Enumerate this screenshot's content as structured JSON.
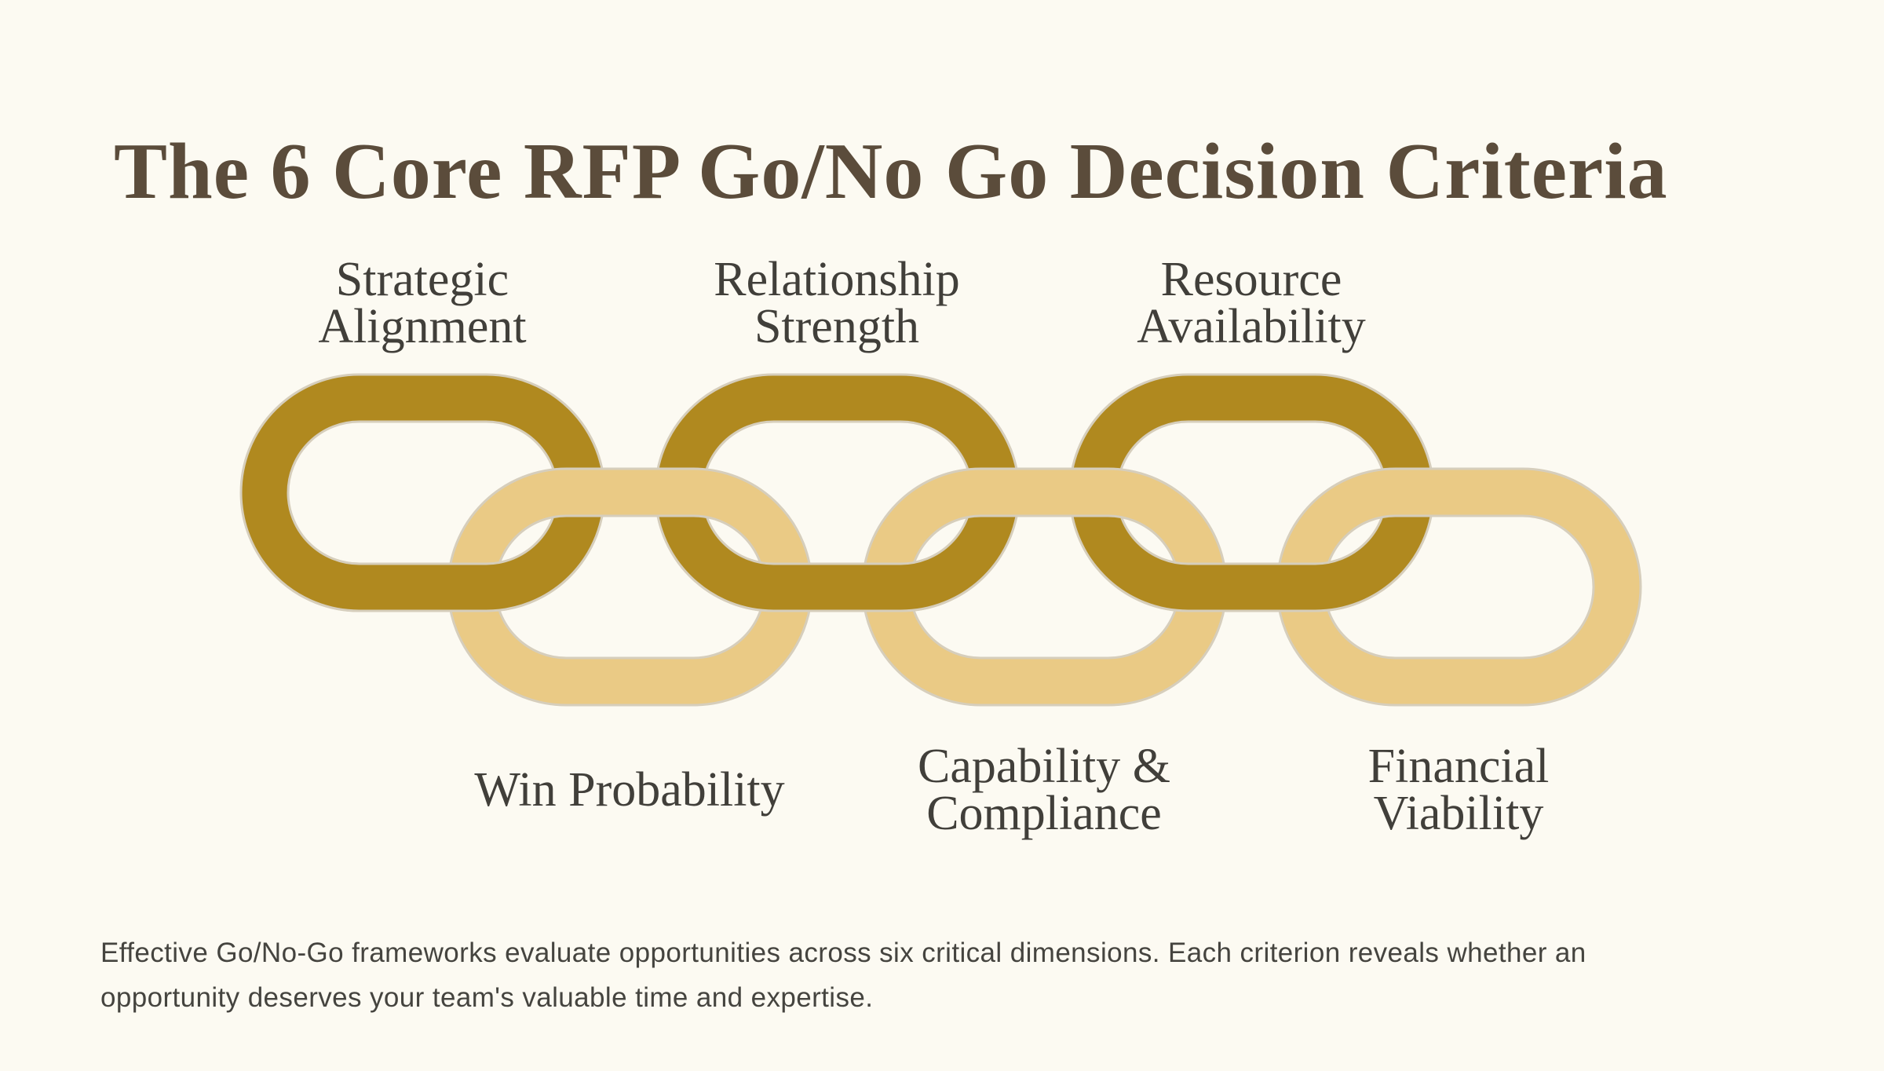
{
  "page": {
    "title": "The 6 Core RFP Go/No Go Decision Criteria"
  },
  "colors": {
    "background": "#FCFAF2",
    "dark_link": "#B0891F",
    "light_link": "#EACA85",
    "link_outline": "#D6CEBC",
    "title_text": "#5B4C3B",
    "label_text": "#413F3A",
    "body_text": "#45443F"
  },
  "criteria": [
    {
      "label": "Strategic Alignment",
      "lines": [
        "Strategic",
        "Alignment"
      ],
      "row": "top",
      "link_color": "dark"
    },
    {
      "label": "Relationship Strength",
      "lines": [
        "Relationship",
        "Strength"
      ],
      "row": "top",
      "link_color": "dark"
    },
    {
      "label": "Resource Availability",
      "lines": [
        "Resource",
        "Availability"
      ],
      "row": "top",
      "link_color": "dark"
    },
    {
      "label": "Win Probability",
      "lines": [
        "Win Probability"
      ],
      "row": "bottom",
      "link_color": "light"
    },
    {
      "label": "Capability & Compliance",
      "lines": [
        "Capability &",
        "Compliance"
      ],
      "row": "bottom",
      "link_color": "light"
    },
    {
      "label": "Financial Viability",
      "lines": [
        "Financial",
        "Viability"
      ],
      "row": "bottom",
      "link_color": "light"
    }
  ],
  "footer": {
    "line1": "Effective Go/No-Go frameworks evaluate opportunities across six critical dimensions. Each criterion reveals whether an",
    "line2": "opportunity deserves your team's valuable time and expertise."
  }
}
